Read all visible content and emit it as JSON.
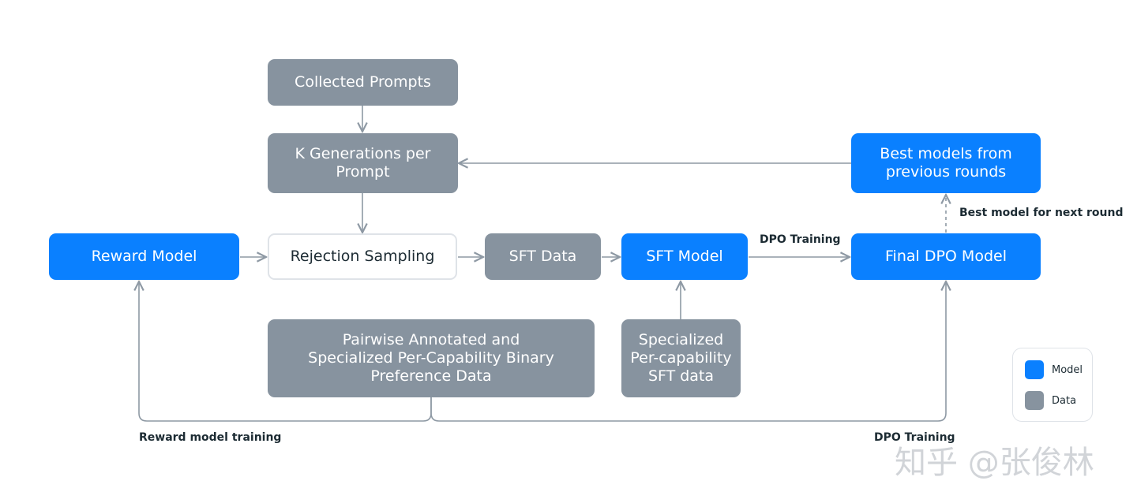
{
  "nodes": {
    "collected_prompts": "Collected Prompts",
    "k_generations": "K Generations per\nPrompt",
    "best_models": "Best models from\nprevious rounds",
    "reward_model": "Reward Model",
    "rejection_sampling": "Rejection Sampling",
    "sft_data": "SFT Data",
    "sft_model": "SFT Model",
    "final_dpo_model": "Final DPO Model",
    "pairwise_data": "Pairwise Annotated and\nSpecialized Per-Capability Binary\nPreference Data",
    "specialized_sft_data": "Specialized\nPer-capability\nSFT data"
  },
  "edge_labels": {
    "dpo_training_top": "DPO Training",
    "best_model_next_round": "Best model for next round",
    "reward_model_training": "Reward model training",
    "dpo_training_bottom": "DPO Training"
  },
  "legend": {
    "model": "Model",
    "data": "Data"
  },
  "watermark": "知乎 @张俊林",
  "colors": {
    "model": "#0a80ff",
    "data": "#87939f",
    "line": "#8e99a4"
  }
}
